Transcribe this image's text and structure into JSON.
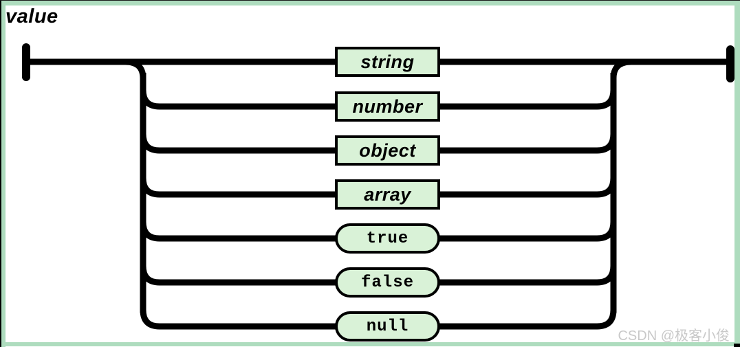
{
  "title": "value",
  "watermark": "CSDN @极客小俊",
  "diagram": {
    "type": "railroad-syntax-diagram",
    "rule": "value",
    "nodes": [
      {
        "label": "string",
        "kind": "non-terminal"
      },
      {
        "label": "number",
        "kind": "non-terminal"
      },
      {
        "label": "object",
        "kind": "non-terminal"
      },
      {
        "label": "array",
        "kind": "non-terminal"
      },
      {
        "label": "true",
        "kind": "terminal"
      },
      {
        "label": "false",
        "kind": "terminal"
      },
      {
        "label": "null",
        "kind": "terminal"
      }
    ],
    "colors": {
      "node_fill": "#d9f2d7",
      "track": "#000000",
      "frame": "#aedcbe",
      "watermark_text": "#c9c9c9",
      "background": "#ffffff"
    }
  }
}
